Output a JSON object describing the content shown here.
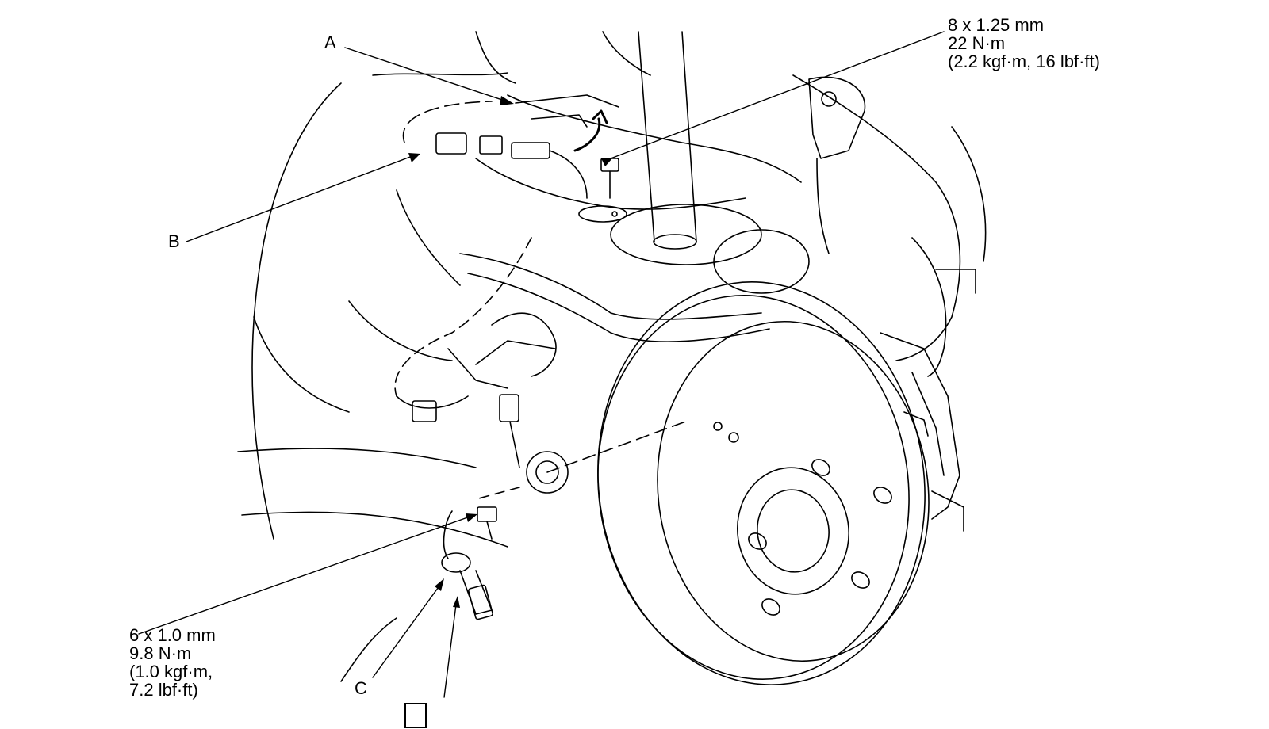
{
  "callouts": {
    "a": "A",
    "b": "B",
    "c": "C"
  },
  "top_spec": {
    "line1": "8 x 1.25 mm",
    "line2": "22 N·m",
    "line3": "(2.2 kgf·m, 16 lbf·ft)"
  },
  "bottom_spec": {
    "line1": "6 x 1.0 mm",
    "line2": "9.8 N·m",
    "line3": "(1.0 kgf·m,",
    "line4": "7.2 lbf·ft)"
  },
  "colors": {
    "line": "#000000",
    "background": "#ffffff"
  }
}
